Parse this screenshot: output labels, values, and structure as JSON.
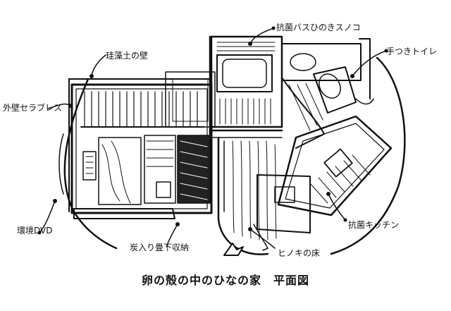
{
  "title": "卵の殻の中のひなの家　平面図",
  "labels": {
    "kouki_bath": "抗菌バスひのきスノコ",
    "tetsuki_toilet": "手つきトイレ",
    "keisoudo_wall": "珪藻土の壁",
    "outer_wall": "外壁セラブレス",
    "kankyo_dvd": "環境DVD",
    "sumi_tatami": "炭入り畳下収納",
    "kouki_kitchen": "抗菌キッチン",
    "hinoki_floor": "ヒノキの床"
  }
}
